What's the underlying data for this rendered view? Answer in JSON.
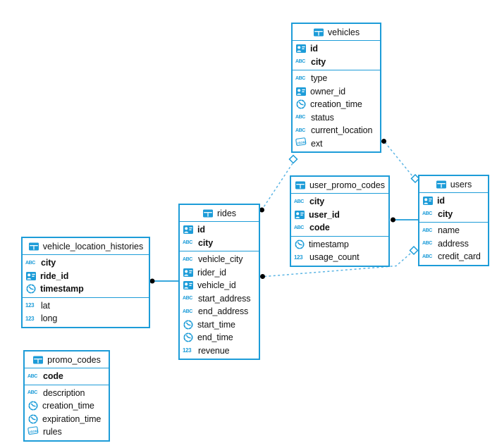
{
  "colors": {
    "accent": "#1d9cd8",
    "relationship_dashed": "#5cb5e4",
    "connector_dot": "#000000"
  },
  "icons": {
    "text": "ABC",
    "number": "123",
    "json": "JSON"
  },
  "tables": [
    {
      "title": "vehicles",
      "key_fields": [
        {
          "name": "id",
          "icon": "id-icon"
        },
        {
          "name": "city",
          "icon": "text-icon"
        }
      ],
      "fields": [
        {
          "name": "type",
          "icon": "text-icon"
        },
        {
          "name": "owner_id",
          "icon": "id-icon"
        },
        {
          "name": "creation_time",
          "icon": "time-icon"
        },
        {
          "name": "status",
          "icon": "text-icon"
        },
        {
          "name": "current_location",
          "icon": "text-icon"
        },
        {
          "name": "ext",
          "icon": "json-icon"
        }
      ]
    },
    {
      "title": "user_promo_codes",
      "key_fields": [
        {
          "name": "city",
          "icon": "text-icon"
        },
        {
          "name": "user_id",
          "icon": "id-icon"
        },
        {
          "name": "code",
          "icon": "text-icon"
        }
      ],
      "fields": [
        {
          "name": "timestamp",
          "icon": "time-icon"
        },
        {
          "name": "usage_count",
          "icon": "number-icon"
        }
      ]
    },
    {
      "title": "users",
      "key_fields": [
        {
          "name": "id",
          "icon": "id-icon"
        },
        {
          "name": "city",
          "icon": "text-icon"
        }
      ],
      "fields": [
        {
          "name": "name",
          "icon": "text-icon"
        },
        {
          "name": "address",
          "icon": "text-icon"
        },
        {
          "name": "credit_card",
          "icon": "text-icon"
        }
      ]
    },
    {
      "title": "rides",
      "key_fields": [
        {
          "name": "id",
          "icon": "id-icon"
        },
        {
          "name": "city",
          "icon": "text-icon"
        }
      ],
      "fields": [
        {
          "name": "vehicle_city",
          "icon": "text-icon"
        },
        {
          "name": "rider_id",
          "icon": "id-icon"
        },
        {
          "name": "vehicle_id",
          "icon": "id-icon"
        },
        {
          "name": "start_address",
          "icon": "text-icon"
        },
        {
          "name": "end_address",
          "icon": "text-icon"
        },
        {
          "name": "start_time",
          "icon": "time-icon"
        },
        {
          "name": "end_time",
          "icon": "time-icon"
        },
        {
          "name": "revenue",
          "icon": "number-icon"
        }
      ]
    },
    {
      "title": "vehicle_location_histories",
      "key_fields": [
        {
          "name": "city",
          "icon": "text-icon"
        },
        {
          "name": "ride_id",
          "icon": "id-icon"
        },
        {
          "name": "timestamp",
          "icon": "time-icon"
        }
      ],
      "fields": [
        {
          "name": "lat",
          "icon": "number-icon"
        },
        {
          "name": "long",
          "icon": "number-icon"
        }
      ]
    },
    {
      "title": "promo_codes",
      "key_fields": [
        {
          "name": "code",
          "icon": "text-icon"
        }
      ],
      "fields": [
        {
          "name": "description",
          "icon": "text-icon"
        },
        {
          "name": "creation_time",
          "icon": "time-icon"
        },
        {
          "name": "expiration_time",
          "icon": "time-icon"
        },
        {
          "name": "rules",
          "icon": "json-icon"
        }
      ]
    }
  ],
  "relationships": [
    {
      "from": "vehicles",
      "from_marker": "diamond",
      "to": "rides",
      "to_marker": "dot",
      "style": "dashed"
    },
    {
      "from": "vehicles",
      "from_marker": "dot",
      "to": "users",
      "to_marker": "diamond",
      "style": "dashed"
    },
    {
      "from": "rides",
      "from_marker": "dot",
      "to": "users",
      "to_marker": "diamond",
      "style": "dashed"
    },
    {
      "from": "user_promo_codes",
      "from_marker": "dot",
      "to": "users",
      "to_marker": "none",
      "style": "solid"
    },
    {
      "from": "vehicle_location_histories",
      "from_marker": "dot",
      "to": "rides",
      "to_marker": "none",
      "style": "solid"
    }
  ]
}
